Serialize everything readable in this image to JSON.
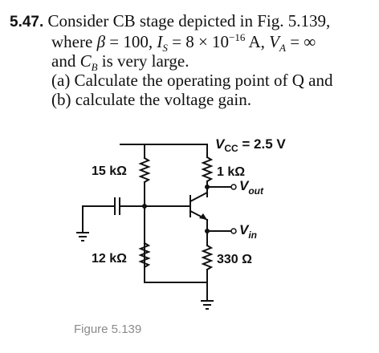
{
  "problem": {
    "number": "5.47.",
    "line1_text": "Consider CB stage depicted in Fig. 5.139,",
    "line2_where": "where",
    "line2_beta": "β",
    "line2_beta_val": " = 100, ",
    "line2_is": "I",
    "line2_is_sub": "S",
    "line2_is_val": " = 8 × 10",
    "line2_is_exp": "−16",
    "line2_amp": " A, ",
    "line2_va": "V",
    "line2_va_sub": "A",
    "line2_va_val": " = ∞",
    "line3_and": "and ",
    "line3_cb": "C",
    "line3_cb_sub": "B",
    "line3_rest": " is very large.",
    "part_a": "(a) Calculate the operating point of Q and",
    "part_b": "(b) calculate the voltage gain."
  },
  "circuit": {
    "vcc_label": "V",
    "vcc_sub": "CC",
    "vcc_value": " = 2.5 V",
    "r_top_label": "15 kΩ",
    "r_collector_label": "1 kΩ",
    "vout_label": "V",
    "vout_sub": "out",
    "vin_label": "V",
    "vin_sub": "in",
    "r_bottom_label": "12 kΩ",
    "r_emitter_label": "330 Ω",
    "figure_caption": "Figure 5.139"
  }
}
